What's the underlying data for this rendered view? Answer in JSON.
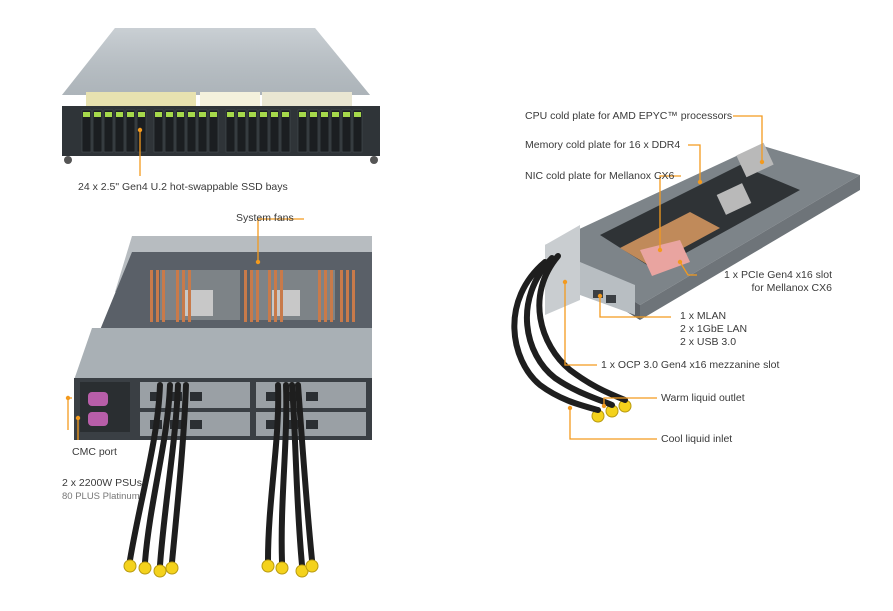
{
  "labels": {
    "ssd_bays": "24 x 2.5\" Gen4 U.2 hot-swappable SSD bays",
    "system_fans": "System fans",
    "cmc_port": "CMC port",
    "psus_line1": "2 x 2200W PSUs",
    "psus_line2": "80 PLUS Platinum",
    "cpu_cold_plate": "CPU cold plate for AMD EPYC™ processors",
    "memory_cold_plate": "Memory cold plate for 16 x DDR4",
    "nic_cold_plate": "NIC cold plate for Mellanox CX6",
    "pcie_line1": "1 x PCIe Gen4 x16 slot",
    "pcie_line2": "for Mellanox CX6",
    "ports_line1": "1 x MLAN",
    "ports_line2": "2 x 1GbE LAN",
    "ports_line3": "2 x USB 3.0",
    "ocp_slot": "1 x OCP 3.0 Gen4 x16 mezzanine slot",
    "warm_outlet": "Warm liquid outlet",
    "cool_inlet": "Cool liquid inlet"
  },
  "colors": {
    "callout": "#f39a1e",
    "chassis": "#8e9499",
    "chassis_dark": "#3d4247",
    "drive_accent": "#a6d94b",
    "hose": "#1e1e1e",
    "connector": "#f4d21c",
    "copper": "#c87a4a"
  }
}
